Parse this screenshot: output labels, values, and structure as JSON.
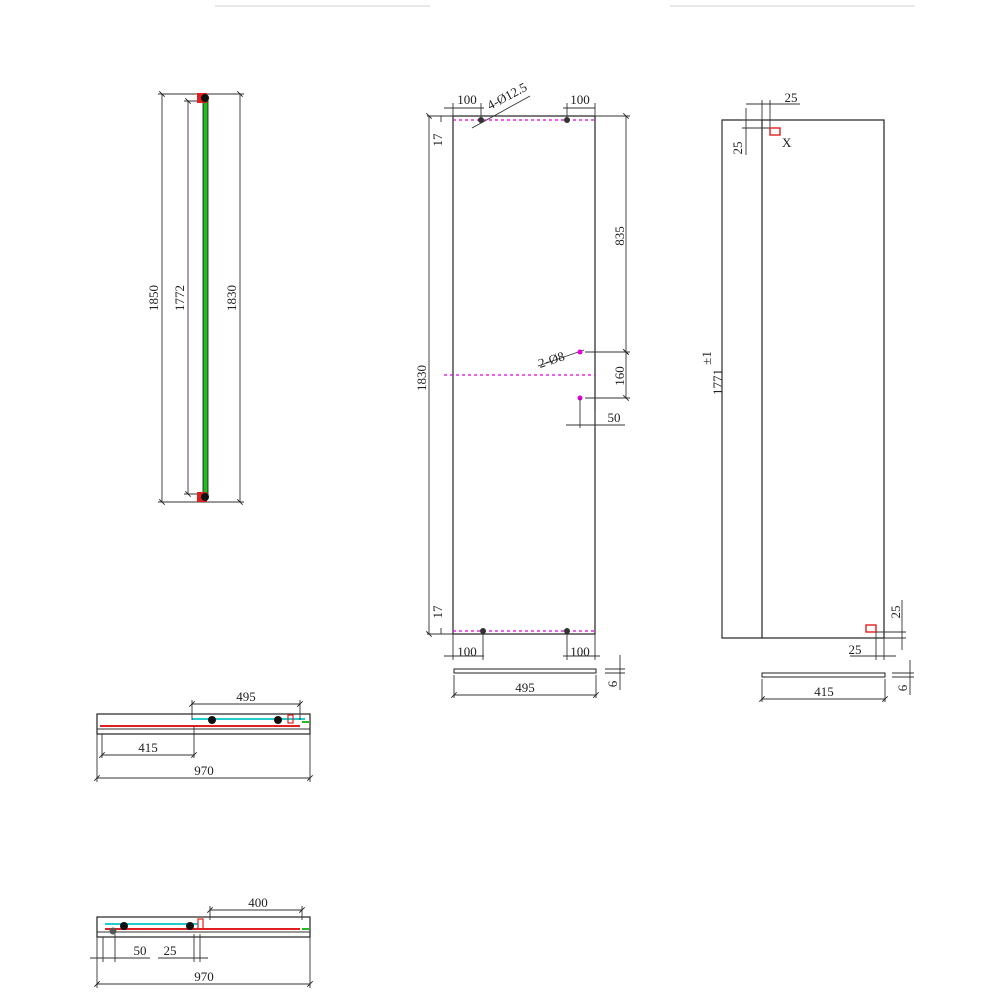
{
  "side_view": {
    "overall": "1850",
    "inner": "1772",
    "glass": "1830"
  },
  "panel_a": {
    "edge_left_top": "100",
    "edge_right_top": "100",
    "hole_top_label": "4-Ø12.5",
    "top_offset": "17",
    "bottom_offset": "17",
    "height": "1830",
    "upper_segment": "835",
    "hole_mid_label": "2-Ø8",
    "mid_gap": "160",
    "mid_inset": "50",
    "edge_left_bottom": "100",
    "edge_right_bottom": "100",
    "width": "495",
    "thickness": "6"
  },
  "panel_b": {
    "top_width": "25",
    "top_height": "25",
    "corner_mark": "X",
    "height": "1771",
    "tolerance": "±1",
    "bottom_height": "25",
    "bottom_width": "25",
    "width": "415",
    "thickness": "6"
  },
  "plan_top": {
    "slide": "495",
    "fixed": "415",
    "overall": "970"
  },
  "plan_bottom": {
    "slide": "400",
    "left_inset": "50",
    "gap": "25",
    "overall": "970"
  },
  "colors": {
    "frame": "#222222",
    "glass_green": "#22bb22",
    "seal_red": "#e02020",
    "hole_magenta": "#e000e0",
    "track_cyan": "#22cccc"
  }
}
